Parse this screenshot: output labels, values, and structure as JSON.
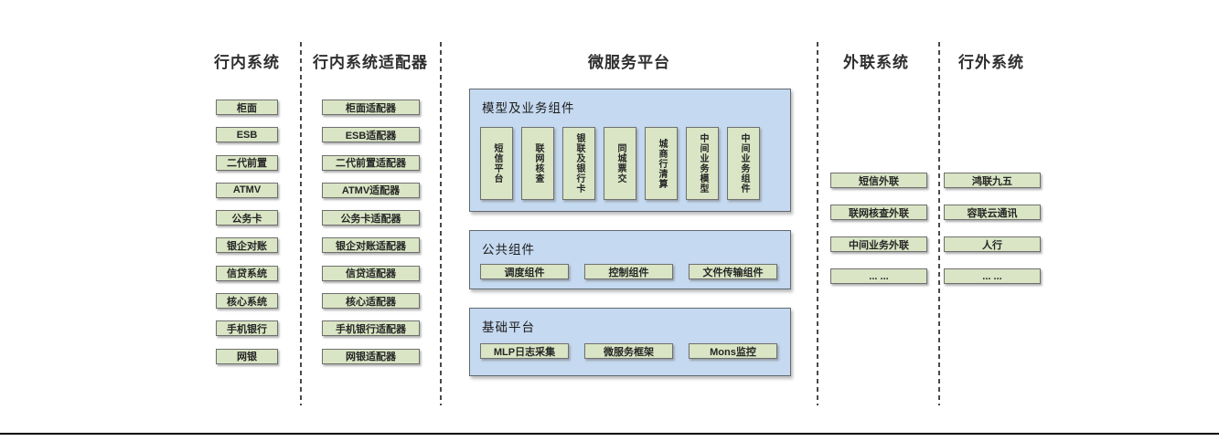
{
  "columns": [
    {
      "title": "行内系统",
      "boxes": [
        "柜面",
        "ESB",
        "二代前置",
        "ATMV",
        "公务卡",
        "银企对账",
        "信贷系统",
        "核心系统",
        "手机银行",
        "网银"
      ]
    },
    {
      "title": "行内系统适配器",
      "boxes": [
        "柜面适配器",
        "ESB适配器",
        "二代前置适配器",
        "ATMV适配器",
        "公务卡适配器",
        "银企对账适配器",
        "信贷适配器",
        "核心适配器",
        "手机银行适配器",
        "网银适配器"
      ]
    },
    {
      "title": "微服务平台"
    },
    {
      "title": "外联系统",
      "boxes": [
        "短信外联",
        "联网核查外联",
        "中间业务外联",
        "... ..."
      ]
    },
    {
      "title": "行外系统",
      "boxes": [
        "鸿联九五",
        "容联云通讯",
        "人行",
        "... ..."
      ]
    }
  ],
  "platform": {
    "panels": [
      {
        "label": "模型及业务组件",
        "boxes": [
          "短信平台",
          "联网核查",
          "银联及银行卡",
          "同城票交",
          "城商行清算",
          "中间业务模型",
          "中间业务组件"
        ]
      },
      {
        "label": "公共组件",
        "boxes": [
          "调度组件",
          "控制组件",
          "文件传输组件"
        ]
      },
      {
        "label": "基础平台",
        "boxes": [
          "MLP日志采集",
          "微服务框架",
          "Mons监控"
        ]
      }
    ]
  },
  "colors": {
    "node_fill": "#d9e5c4",
    "node_border": "#6f6f6f",
    "panel_fill": "#c5d9f0",
    "panel_border": "#60686f",
    "text": "#262626",
    "divider": "#4a4a4a",
    "bottom_rule": "#000000"
  }
}
